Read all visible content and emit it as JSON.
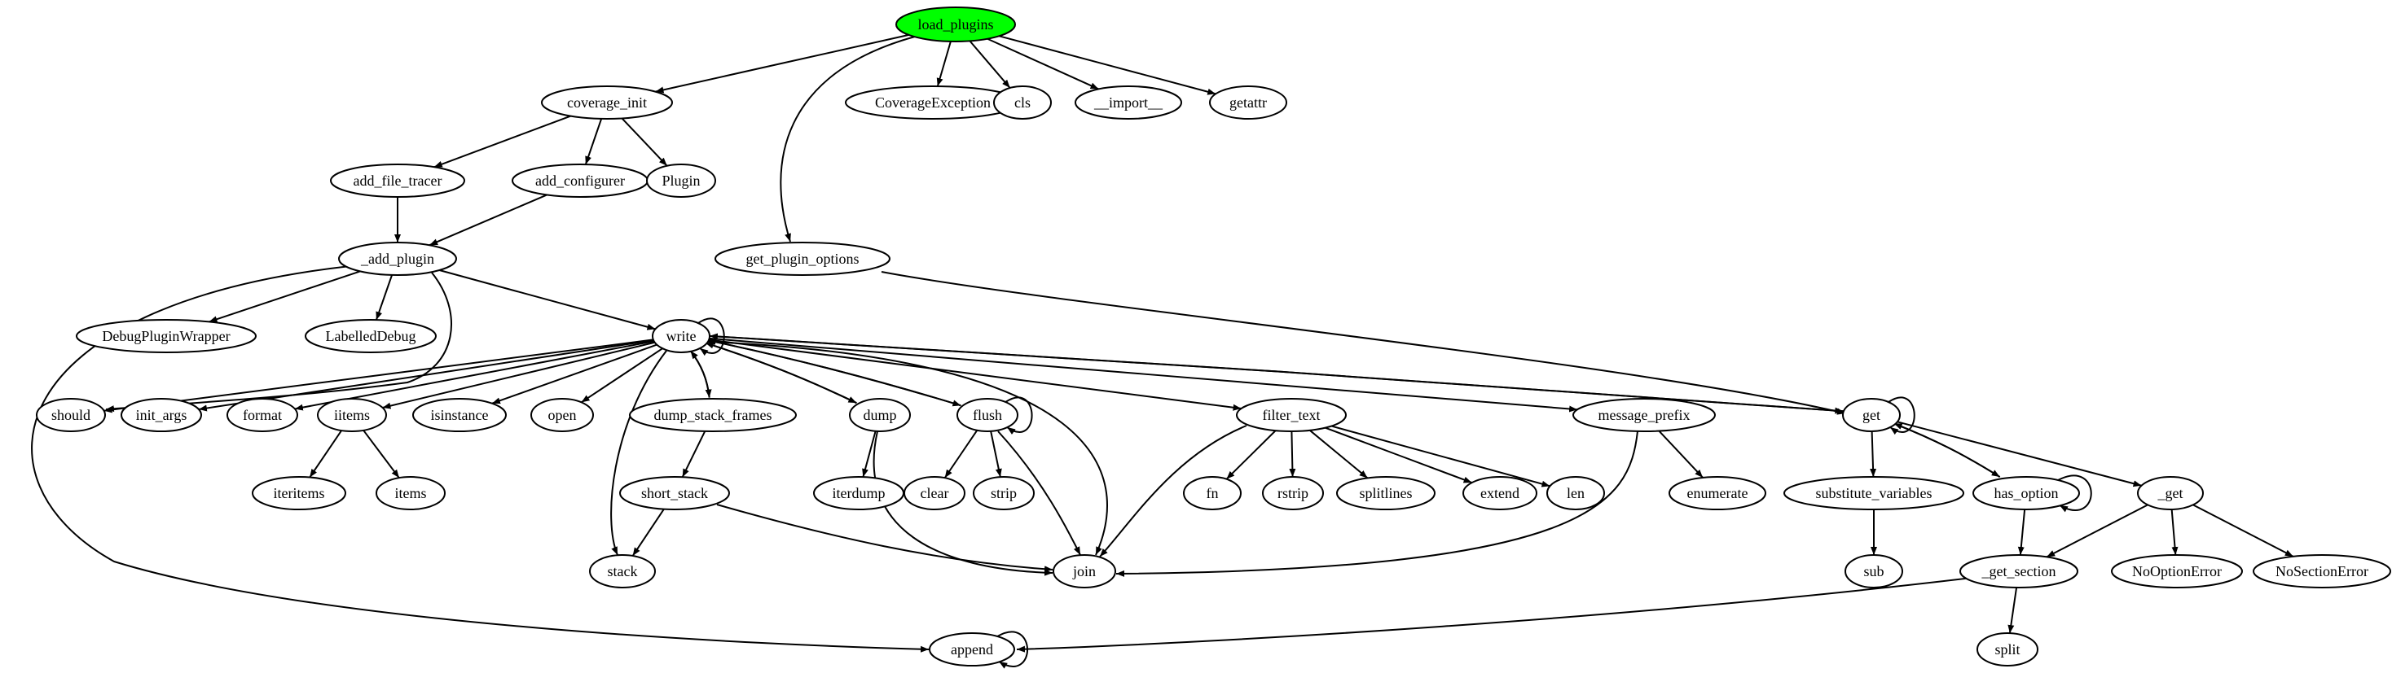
{
  "graph": {
    "root_color": "#00ff00",
    "nodes": [
      {
        "id": "load_plugins",
        "label": "load_plugins",
        "root": true
      },
      {
        "id": "coverage_init",
        "label": "coverage_init"
      },
      {
        "id": "CoverageException",
        "label": "CoverageException"
      },
      {
        "id": "cls",
        "label": "cls"
      },
      {
        "id": "__import__",
        "label": "__import__"
      },
      {
        "id": "getattr",
        "label": "getattr"
      },
      {
        "id": "add_file_tracer",
        "label": "add_file_tracer"
      },
      {
        "id": "add_configurer",
        "label": "add_configurer"
      },
      {
        "id": "Plugin",
        "label": "Plugin"
      },
      {
        "id": "get_plugin_options",
        "label": "get_plugin_options"
      },
      {
        "id": "_add_plugin",
        "label": "_add_plugin"
      },
      {
        "id": "DebugPluginWrapper",
        "label": "DebugPluginWrapper"
      },
      {
        "id": "LabelledDebug",
        "label": "LabelledDebug"
      },
      {
        "id": "write",
        "label": "write"
      },
      {
        "id": "should",
        "label": "should"
      },
      {
        "id": "init_args",
        "label": "init_args"
      },
      {
        "id": "format",
        "label": "format"
      },
      {
        "id": "iitems",
        "label": "iitems"
      },
      {
        "id": "isinstance",
        "label": "isinstance"
      },
      {
        "id": "open",
        "label": "open"
      },
      {
        "id": "dump_stack_frames",
        "label": "dump_stack_frames"
      },
      {
        "id": "dump",
        "label": "dump"
      },
      {
        "id": "flush",
        "label": "flush"
      },
      {
        "id": "filter_text",
        "label": "filter_text"
      },
      {
        "id": "message_prefix",
        "label": "message_prefix"
      },
      {
        "id": "get",
        "label": "get"
      },
      {
        "id": "iteritems",
        "label": "iteritems"
      },
      {
        "id": "items",
        "label": "items"
      },
      {
        "id": "short_stack",
        "label": "short_stack"
      },
      {
        "id": "iterdump",
        "label": "iterdump"
      },
      {
        "id": "clear",
        "label": "clear"
      },
      {
        "id": "strip",
        "label": "strip"
      },
      {
        "id": "fn",
        "label": "fn"
      },
      {
        "id": "rstrip",
        "label": "rstrip"
      },
      {
        "id": "splitlines",
        "label": "splitlines"
      },
      {
        "id": "extend",
        "label": "extend"
      },
      {
        "id": "len",
        "label": "len"
      },
      {
        "id": "enumerate",
        "label": "enumerate"
      },
      {
        "id": "substitute_variables",
        "label": "substitute_variables"
      },
      {
        "id": "has_option",
        "label": "has_option"
      },
      {
        "id": "_get",
        "label": "_get"
      },
      {
        "id": "stack",
        "label": "stack"
      },
      {
        "id": "join",
        "label": "join"
      },
      {
        "id": "sub",
        "label": "sub"
      },
      {
        "id": "_get_section",
        "label": "_get_section"
      },
      {
        "id": "NoOptionError",
        "label": "NoOptionError"
      },
      {
        "id": "NoSectionError",
        "label": "NoSectionError"
      },
      {
        "id": "append",
        "label": "append"
      },
      {
        "id": "split",
        "label": "split"
      }
    ],
    "edges": [
      [
        "load_plugins",
        "coverage_init"
      ],
      [
        "load_plugins",
        "CoverageException"
      ],
      [
        "load_plugins",
        "cls"
      ],
      [
        "load_plugins",
        "__import__"
      ],
      [
        "load_plugins",
        "getattr"
      ],
      [
        "load_plugins",
        "get_plugin_options"
      ],
      [
        "coverage_init",
        "add_file_tracer"
      ],
      [
        "coverage_init",
        "add_configurer"
      ],
      [
        "coverage_init",
        "Plugin"
      ],
      [
        "add_file_tracer",
        "_add_plugin"
      ],
      [
        "add_configurer",
        "_add_plugin"
      ],
      [
        "get_plugin_options",
        "get"
      ],
      [
        "_add_plugin",
        "DebugPluginWrapper"
      ],
      [
        "_add_plugin",
        "LabelledDebug"
      ],
      [
        "_add_plugin",
        "write"
      ],
      [
        "_add_plugin",
        "should"
      ],
      [
        "_add_plugin",
        "append"
      ],
      [
        "write",
        "write"
      ],
      [
        "write",
        "should"
      ],
      [
        "write",
        "init_args"
      ],
      [
        "write",
        "format"
      ],
      [
        "write",
        "iitems"
      ],
      [
        "write",
        "isinstance"
      ],
      [
        "write",
        "open"
      ],
      [
        "write",
        "dump_stack_frames"
      ],
      [
        "dump_stack_frames",
        "write"
      ],
      [
        "write",
        "dump"
      ],
      [
        "dump",
        "write"
      ],
      [
        "write",
        "flush"
      ],
      [
        "flush",
        "write"
      ],
      [
        "write",
        "filter_text"
      ],
      [
        "write",
        "message_prefix"
      ],
      [
        "write",
        "get"
      ],
      [
        "get",
        "write"
      ],
      [
        "write",
        "stack"
      ],
      [
        "write",
        "join"
      ],
      [
        "iitems",
        "iteritems"
      ],
      [
        "iitems",
        "items"
      ],
      [
        "dump_stack_frames",
        "short_stack"
      ],
      [
        "short_stack",
        "stack"
      ],
      [
        "short_stack",
        "join"
      ],
      [
        "dump",
        "iterdump"
      ],
      [
        "dump",
        "join"
      ],
      [
        "flush",
        "flush"
      ],
      [
        "flush",
        "clear"
      ],
      [
        "flush",
        "strip"
      ],
      [
        "flush",
        "join"
      ],
      [
        "filter_text",
        "join"
      ],
      [
        "filter_text",
        "fn"
      ],
      [
        "filter_text",
        "rstrip"
      ],
      [
        "filter_text",
        "splitlines"
      ],
      [
        "filter_text",
        "extend"
      ],
      [
        "filter_text",
        "len"
      ],
      [
        "message_prefix",
        "enumerate"
      ],
      [
        "message_prefix",
        "join"
      ],
      [
        "get",
        "get"
      ],
      [
        "get",
        "substitute_variables"
      ],
      [
        "get",
        "has_option"
      ],
      [
        "has_option",
        "get"
      ],
      [
        "get",
        "_get"
      ],
      [
        "has_option",
        "has_option"
      ],
      [
        "has_option",
        "_get_section"
      ],
      [
        "substitute_variables",
        "sub"
      ],
      [
        "_get",
        "_get_section"
      ],
      [
        "_get",
        "NoOptionError"
      ],
      [
        "_get",
        "NoSectionError"
      ],
      [
        "_get_section",
        "append"
      ],
      [
        "_get_section",
        "split"
      ],
      [
        "append",
        "append"
      ]
    ]
  }
}
